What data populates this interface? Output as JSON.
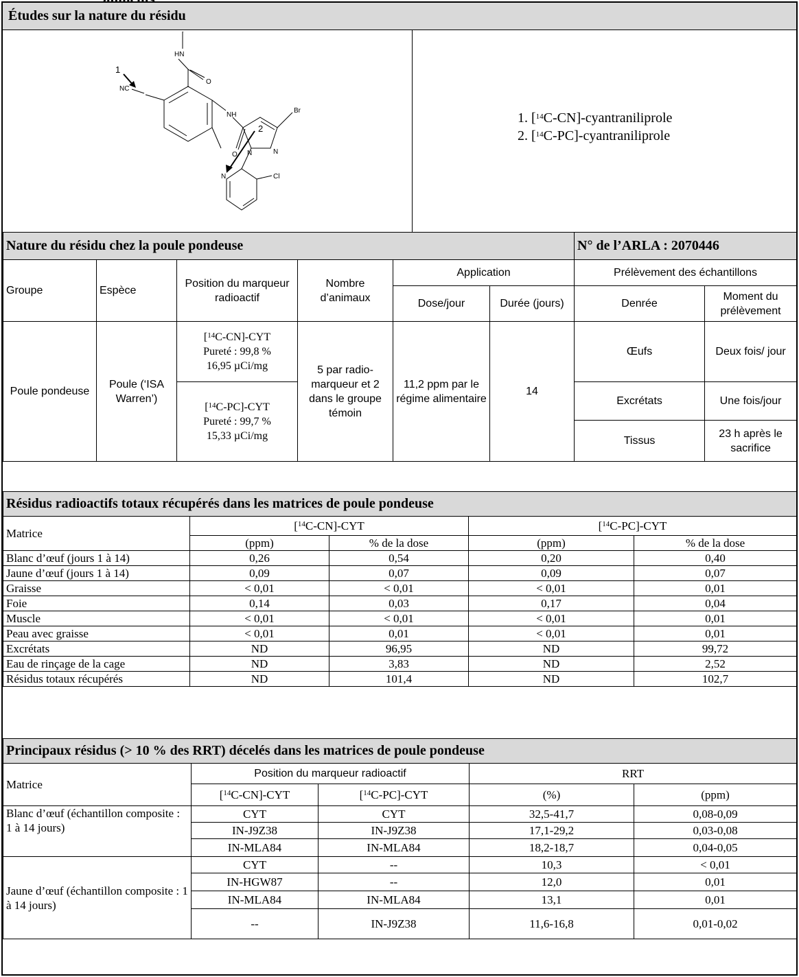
{
  "top_heading": "aliments",
  "nature_section": {
    "title": "Études sur la nature du résidu",
    "legend": [
      {
        "num": "1.",
        "label": "C-CN]-cyantraniliprole"
      },
      {
        "num": "2.",
        "label": "C-PC]-cyantraniliprole"
      }
    ],
    "molecule_labels": {
      "hn": "HN",
      "o1": "O",
      "nc": "NC",
      "nh": "NH",
      "o2": "O",
      "br": "Br",
      "n1": "N",
      "n2": "N",
      "n3": "N",
      "cl": "Cl",
      "arrow1": "1",
      "arrow2": "2"
    }
  },
  "hen_section": {
    "title": "Nature du résidu chez la poule pondeuse",
    "arla": "N° de l’ARLA : 2070446",
    "headers": {
      "groupe": "Groupe",
      "espece": "Espèce",
      "position": "Position du marqueur radioactif",
      "nombre": "Nombre d’animaux",
      "application": "Application",
      "dose": "Dose/jour",
      "duree": "Durée (jours)",
      "prelevement": "Prélèvement des échantillons",
      "denree": "Denrée",
      "moment": "Moment du prélèvement"
    },
    "row": {
      "groupe": "Poule pondeuse",
      "espece": "Poule (‘ISA Warren’)",
      "marker1": [
        "C-CN]-CYT",
        "Pureté : 99,8 %",
        "16,95 µCi/mg"
      ],
      "marker2": [
        "C-PC]-CYT",
        "Pureté : 99,7 %",
        "15,33 µCi/mg"
      ],
      "nombre": "5 par radio-marqueur et 2 dans le groupe témoin",
      "dose": "11,2 ppm par le régime alimentaire",
      "duree": "14",
      "samples": [
        {
          "denree": "Œufs",
          "moment": "Deux fois/ jour"
        },
        {
          "denree": "Excrétats",
          "moment": "Une fois/jour"
        },
        {
          "denree": "Tissus",
          "moment": "23 h après le sacrifice"
        }
      ]
    }
  },
  "total_section": {
    "title": "Résidus radioactifs totaux récupérés dans les matrices de poule pondeuse",
    "matrice": "Matrice",
    "cn": "C-CN]-CYT",
    "pc": "C-PC]-CYT",
    "ppm": "(ppm)",
    "dose": "% de la dose",
    "rows": [
      [
        "Blanc d’œuf (jours 1 à 14)",
        "0,26",
        "0,54",
        "0,20",
        "0,40"
      ],
      [
        "Jaune d’œuf (jours 1 à 14)",
        "0,09",
        "0,07",
        "0,09",
        "0,07"
      ],
      [
        "Graisse",
        "< 0,01",
        "< 0,01",
        "< 0,01",
        "0,01"
      ],
      [
        "Foie",
        "0,14",
        "0,03",
        "0,17",
        "0,04"
      ],
      [
        "Muscle",
        "< 0,01",
        "< 0,01",
        "< 0,01",
        "0,01"
      ],
      [
        "Peau avec graisse",
        "< 0,01",
        "0,01",
        "< 0,01",
        "0,01"
      ],
      [
        "Excrétats",
        "ND",
        "96,95",
        "ND",
        "99,72"
      ],
      [
        "Eau de rinçage de la cage",
        "ND",
        "3,83",
        "ND",
        "2,52"
      ],
      [
        "Résidus totaux récupérés",
        "ND",
        "101,4",
        "ND",
        "102,7"
      ]
    ]
  },
  "main_section": {
    "title": "Principaux résidus (> 10 % des RRT) décelés dans les matrices de poule pondeuse",
    "matrice": "Matrice",
    "position": "Position du marqueur radioactif",
    "rrt": "RRT",
    "cn": "C-CN]-CYT",
    "pc": "C-PC]-CYT",
    "pct": "(%)",
    "ppm": "(ppm)",
    "blanc_label": "Blanc d’œuf (échantillon composite : 1 à 14 jours)",
    "blanc_rows": [
      [
        "CYT",
        "CYT",
        "32,5-41,7",
        "0,08-0,09"
      ],
      [
        "IN-J9Z38",
        "IN-J9Z38",
        "17,1-29,2",
        "0,03-0,08"
      ],
      [
        "IN-MLA84",
        "IN-MLA84",
        "18,2-18,7",
        "0,04-0,05"
      ]
    ],
    "jaune_label": "Jaune d’œuf (échantillon composite : 1 à 14 jours)",
    "jaune_rows": [
      [
        "CYT",
        "--",
        "10,3",
        "< 0,01"
      ],
      [
        "IN-HGW87",
        "--",
        "12,0",
        "0,01"
      ],
      [
        "IN-MLA84",
        "IN-MLA84",
        "13,1",
        "0,01"
      ],
      [
        "--",
        "IN-J9Z38",
        "11,6-16,8",
        "0,01-0,02"
      ]
    ]
  }
}
